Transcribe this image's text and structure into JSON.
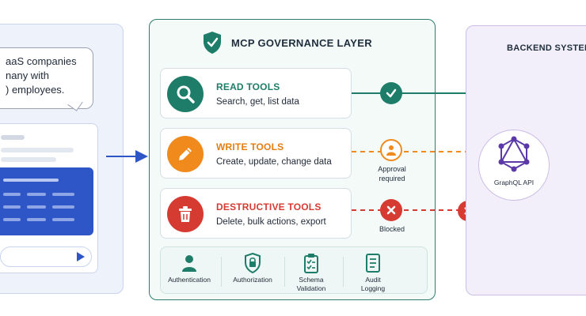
{
  "client": {
    "bubble_lines": [
      "aaS companies",
      "nany with",
      ") employees."
    ]
  },
  "governance": {
    "title": "MCP GOVERNANCE LAYER",
    "tools": [
      {
        "title": "READ TOOLS",
        "desc": "Search, get, list data",
        "color": "#1e7d68",
        "icon": "search-icon"
      },
      {
        "title": "WRITE TOOLS",
        "desc": "Create, update, change data",
        "color": "#f08a1c",
        "icon": "pencil-icon"
      },
      {
        "title": "DESTRUCTIVE TOOLS",
        "desc": "Delete, bulk actions, export",
        "color": "#d63b32",
        "icon": "trash-icon"
      }
    ],
    "features": [
      {
        "label": "Authentication",
        "icon": "user-icon"
      },
      {
        "label": "Authorization",
        "icon": "lock-shield-icon"
      },
      {
        "label": "Schema\nValidation",
        "icon": "clipboard-check-icon"
      },
      {
        "label": "Audit\nLogging",
        "icon": "document-icon"
      }
    ]
  },
  "statuses": {
    "approval": "Approval\nrequired",
    "blocked": "Blocked"
  },
  "backend": {
    "title": "BACKEND SYSTEMS",
    "graphql_label": "GraphQL API"
  },
  "colors": {
    "green": "#1e7d68",
    "orange": "#f08a1c",
    "red": "#d63b32",
    "blue": "#2f56c6",
    "purple": "#5b3aa8"
  }
}
